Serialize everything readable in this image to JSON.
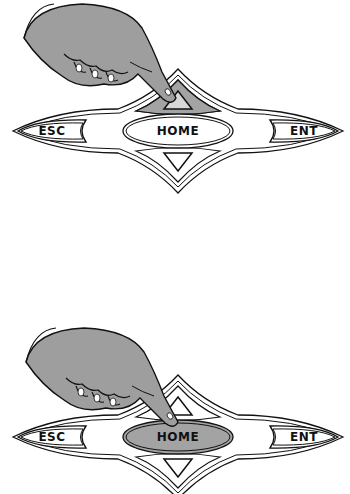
{
  "diagram": {
    "nodes": [
      {
        "text": [
          "ESC"
        ]
      },
      {
        "text": [
          "HOME"
        ]
      },
      {
        "text": [
          "ENT"
        ]
      },
      {
        "text": [
          "ESC"
        ]
      },
      {
        "text": [
          "HOME"
        ]
      },
      {
        "text": [
          "ENT"
        ]
      }
    ]
  }
}
